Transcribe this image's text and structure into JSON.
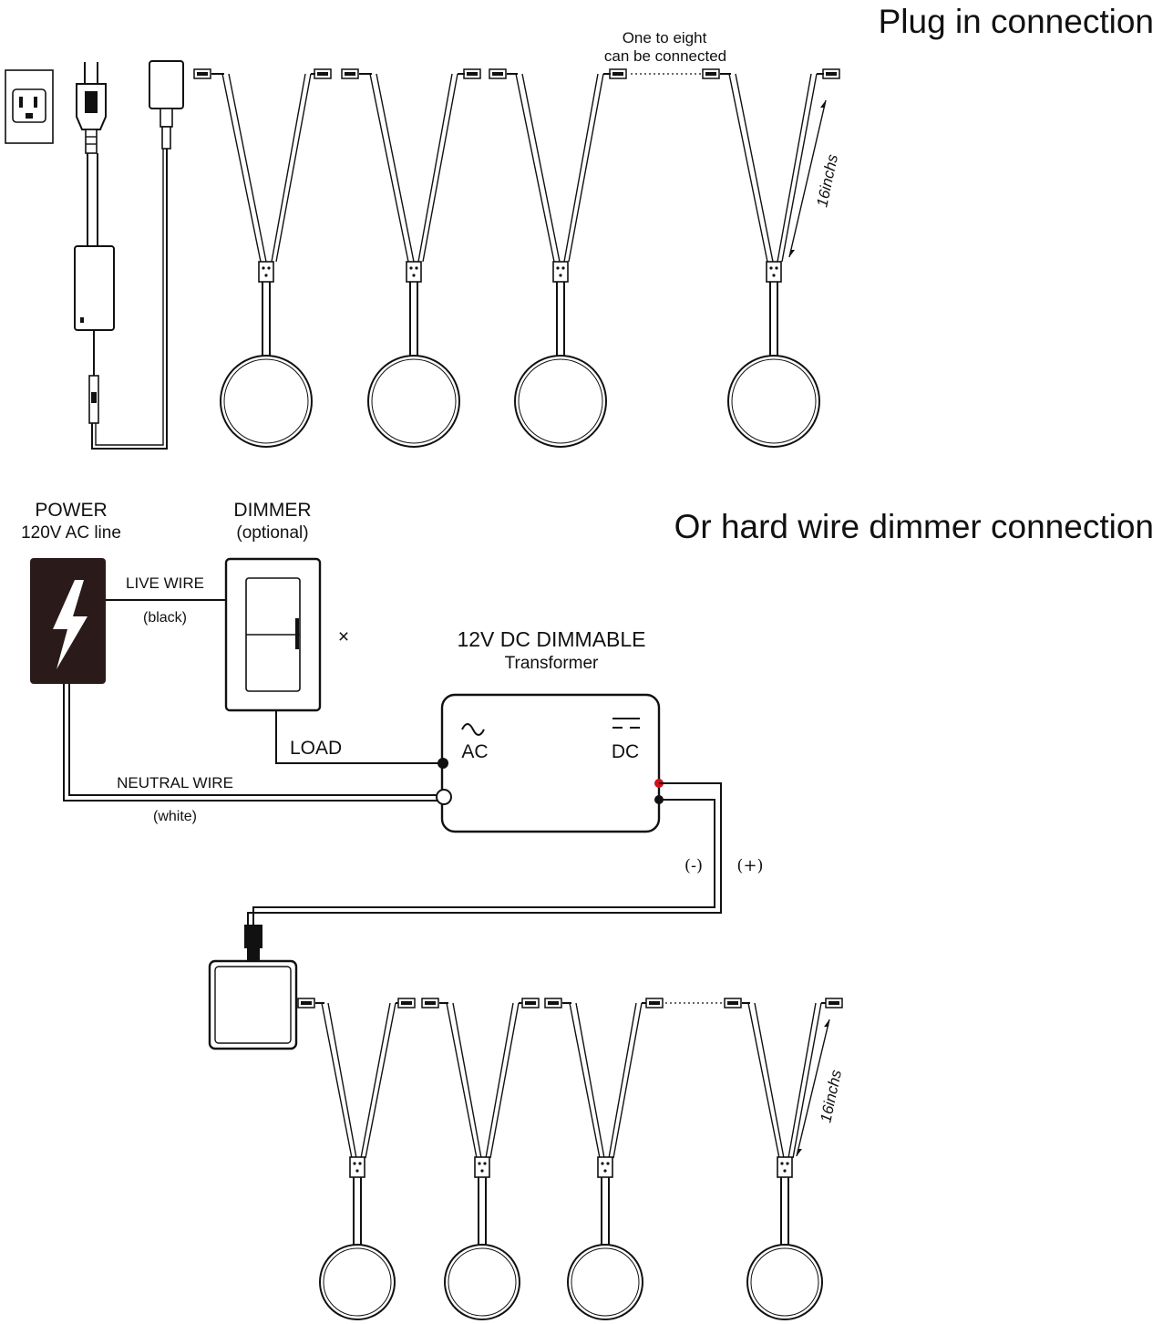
{
  "plug_section": {
    "title": "Plug in connection",
    "note_line1": "One to eight",
    "note_line2": "can be connected",
    "length_label": "16inchs"
  },
  "hardwire_section": {
    "title": "Or hard wire dimmer connection",
    "power_label": "POWER",
    "power_sub": "120V AC line",
    "dimmer_label": "DIMMER",
    "dimmer_sub": "(optional)",
    "live_wire": "LIVE WIRE",
    "live_wire_color": "(black)",
    "x_mark": "×",
    "transformer_title": "12V DC DIMMABLE",
    "transformer_sub": "Transformer",
    "ac_symbol": "∿",
    "ac_label": "AC",
    "dc_label": "DC",
    "load_label": "LOAD",
    "neutral_wire": "NEUTRAL WIRE",
    "neutral_wire_color": "(white)",
    "minus_label": "(-)",
    "plus_label": "(+)",
    "length_label": "16inchs"
  },
  "colors": {
    "line": "#111111",
    "positive_terminal": "#d0101a",
    "background": "#ffffff"
  },
  "icons": [
    "wall-outlet-icon",
    "power-plug-icon",
    "lightning-bolt-icon",
    "dimmer-switch-icon",
    "transformer-icon",
    "puck-light-icon",
    "connector-icon"
  ]
}
